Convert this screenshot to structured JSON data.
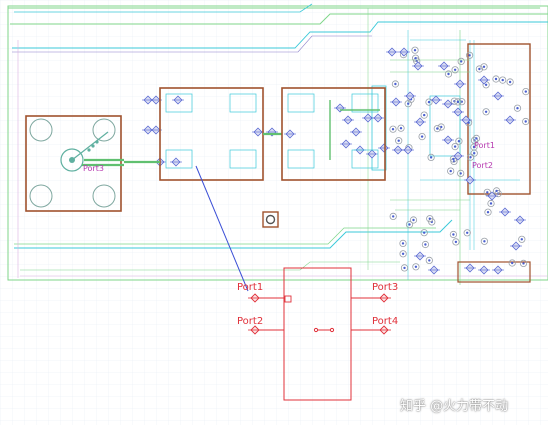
{
  "pcb": {
    "port3_label": "Port3",
    "port1_label": "Port1",
    "port2_label": "Port2"
  },
  "schematic": {
    "ports": [
      {
        "label": "Port1"
      },
      {
        "label": "Port2"
      },
      {
        "label": "Port3"
      },
      {
        "label": "Port4"
      }
    ]
  },
  "watermark": "知乎 @火力帯不动",
  "colors": {
    "grid": "#eaf0f6",
    "trace_green": "#60c070",
    "trace_cyan": "#3bc9d9",
    "copper": "#a0522d",
    "schematic_red": "#e0303a",
    "link_blue": "#3b4fd6",
    "via_blue": "#4a5fd0"
  }
}
